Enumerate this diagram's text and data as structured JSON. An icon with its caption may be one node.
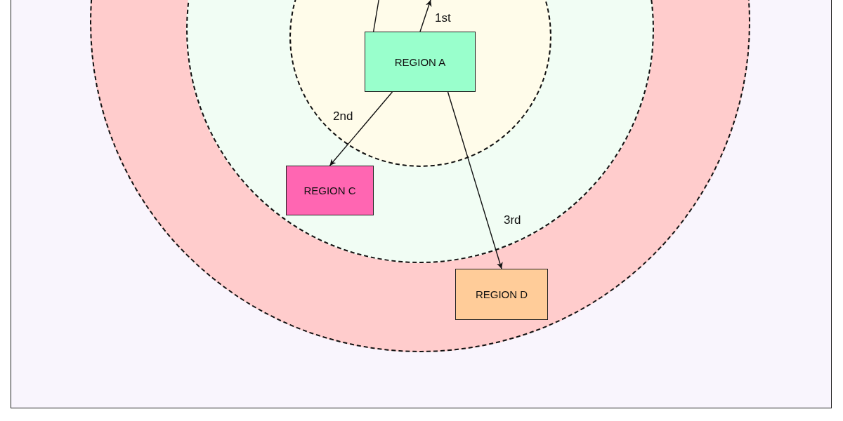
{
  "diagram": {
    "nodes": [
      {
        "text": [],
        "shape": "circle"
      },
      {
        "text": [],
        "shape": "circle",
        "in": 0
      },
      {
        "text": [],
        "shape": "circle",
        "in": 1
      },
      {
        "text": [
          "REGION A"
        ],
        "in": 2
      },
      {
        "text": [
          "REGION C"
        ],
        "in": 1
      },
      {
        "text": [
          "REGION D"
        ],
        "in": 0
      }
    ],
    "edges": [
      {
        "from": 3,
        "to": null,
        "arrow": "none"
      },
      {
        "from": 3,
        "to": null,
        "arrow": "to",
        "label": "1st"
      },
      {
        "from": 3,
        "to": 4,
        "arrow": "to",
        "label": "2nd"
      },
      {
        "from": 3,
        "to": 5,
        "arrow": "to",
        "label": "3rd"
      }
    ]
  }
}
